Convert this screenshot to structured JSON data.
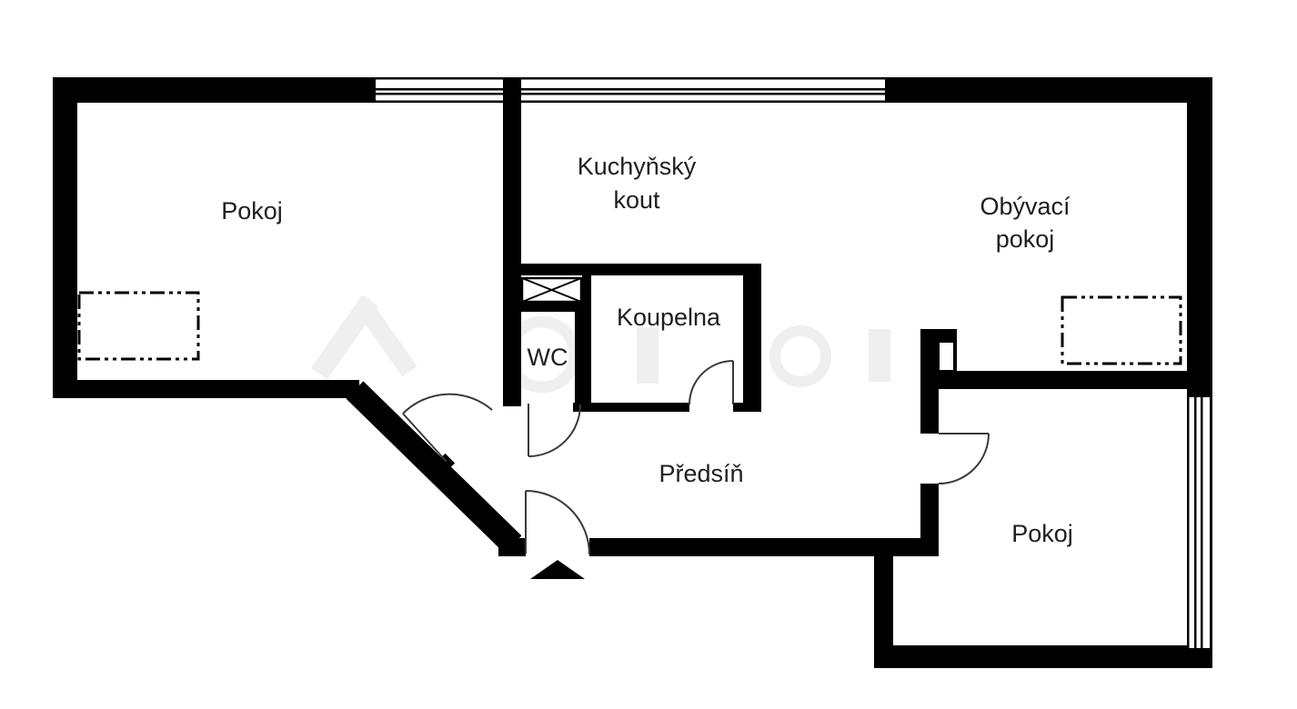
{
  "page": {
    "background_color": "#ffffff",
    "type_label": "apartment floor plan"
  },
  "floor_plan": {
    "rooms": {
      "room_left": {
        "label": "Pokoj"
      },
      "kitchen": {
        "label_line1": "Kuchyňský",
        "label_line2": "kout"
      },
      "living_room": {
        "label_line1": "Obývací",
        "label_line2": "pokoj"
      },
      "bathroom": {
        "label": "Koupelna"
      },
      "wc": {
        "label": "WC"
      },
      "hallway": {
        "label": "Předsíň"
      },
      "room_right": {
        "label": "Pokoj"
      }
    },
    "symbols": {
      "windows": [
        "top-window-left",
        "top-window-kitchen",
        "right-window-room"
      ],
      "doors": [
        "room-left-door",
        "wc-door",
        "bathroom-door",
        "entrance-door",
        "room-right-door"
      ],
      "entrance_marker": "triangle",
      "shaft": "crossed-box",
      "radiators": [
        "room-left-radiator",
        "living-room-radiator"
      ]
    },
    "colors": {
      "wall": "#000000",
      "door_arc": "#3a3a3a",
      "label": "#1f1f1f",
      "watermark": "#dcdcdc",
      "background": "#ffffff"
    }
  }
}
